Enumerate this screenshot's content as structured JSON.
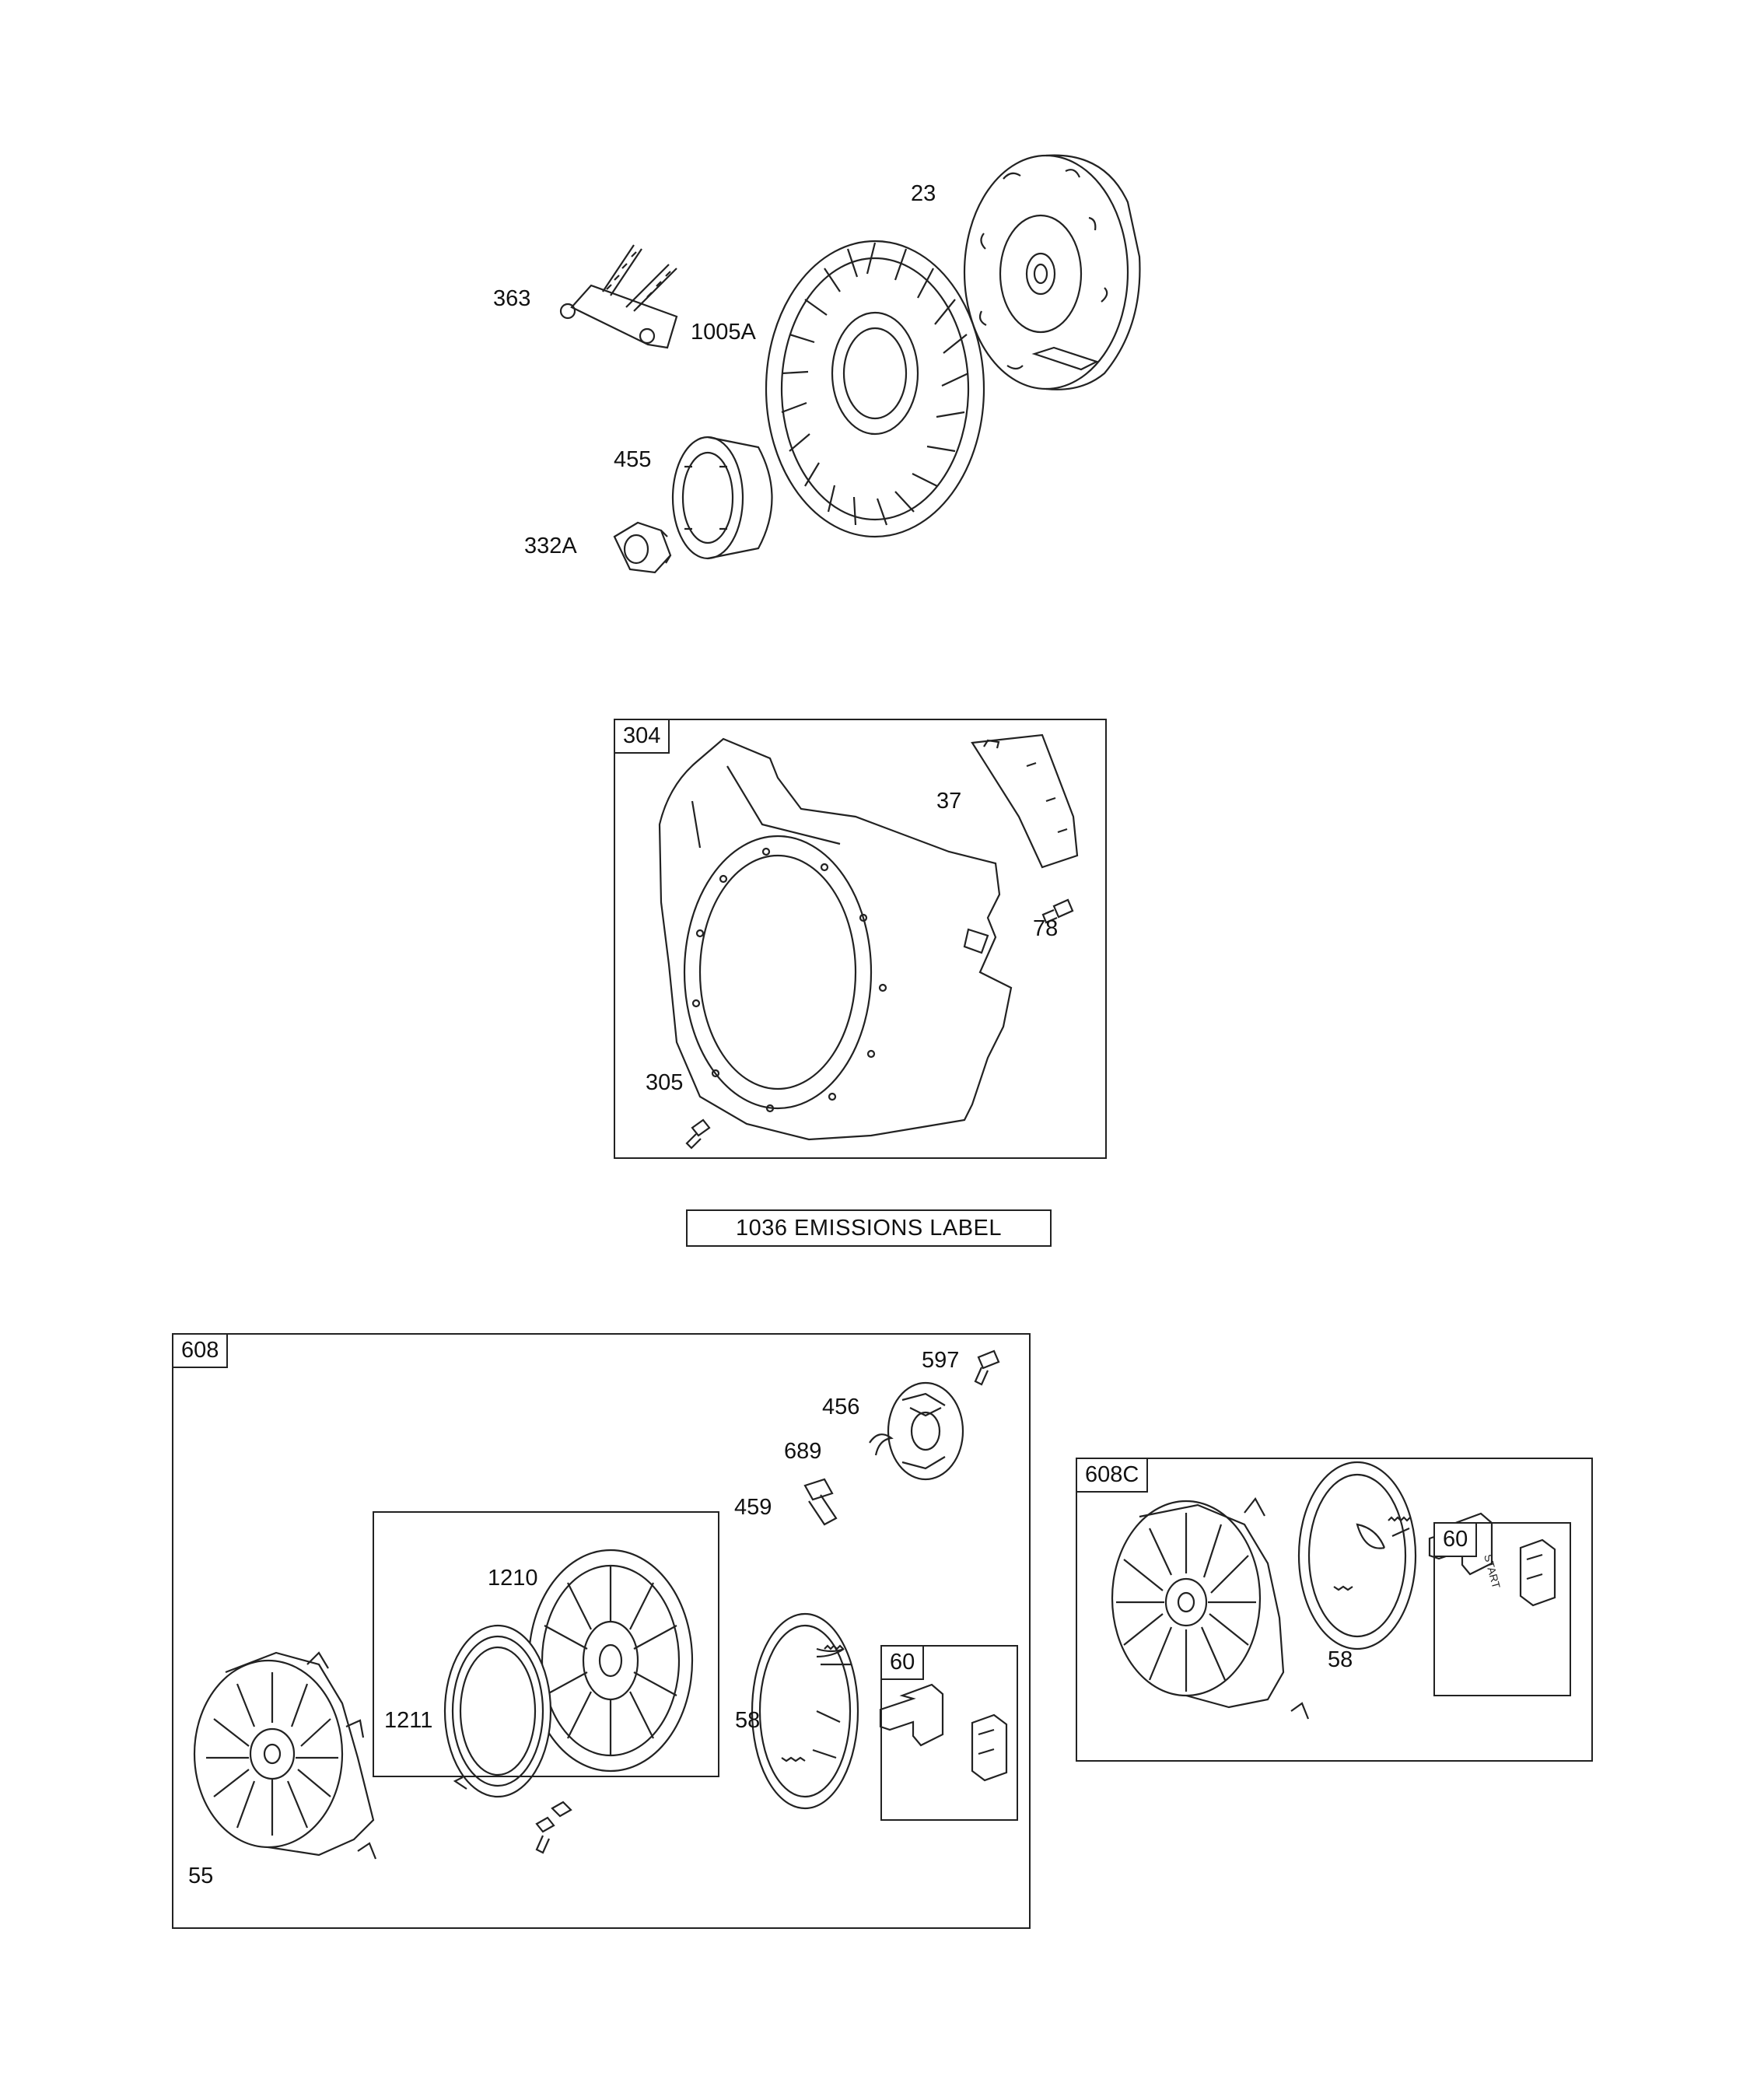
{
  "top_group": {
    "labels": {
      "p23": "23",
      "p363": "363",
      "p1005A": "1005A",
      "p455": "455",
      "p332A": "332A"
    },
    "parts": [
      "flywheel-icon",
      "fan-icon",
      "hex-nut-icon",
      "starter-cup-icon",
      "bracket-icon"
    ]
  },
  "housing_group": {
    "box_label": "304",
    "labels": {
      "p37": "37",
      "p78": "78",
      "p305": "305"
    },
    "parts": [
      "blower-housing-icon",
      "shield-icon",
      "screw-icon"
    ]
  },
  "emissions_label": "1036 EMISSIONS LABEL",
  "starter_group": {
    "box_label": "608",
    "labels": {
      "p597": "597",
      "p456": "456",
      "p689": "689",
      "p459": "459",
      "p1210": "1210",
      "p1211": "1211",
      "p58": "58",
      "p55": "55"
    },
    "inner_box_label": "60",
    "parts": [
      "rewind-starter-icon",
      "pulley-icon",
      "spring-icon",
      "handle-icon",
      "pawl-icon"
    ]
  },
  "alt_starter_group": {
    "box_label": "608C",
    "labels": {
      "p58": "58"
    },
    "inner_box_label": "60",
    "handle_text": "START"
  }
}
